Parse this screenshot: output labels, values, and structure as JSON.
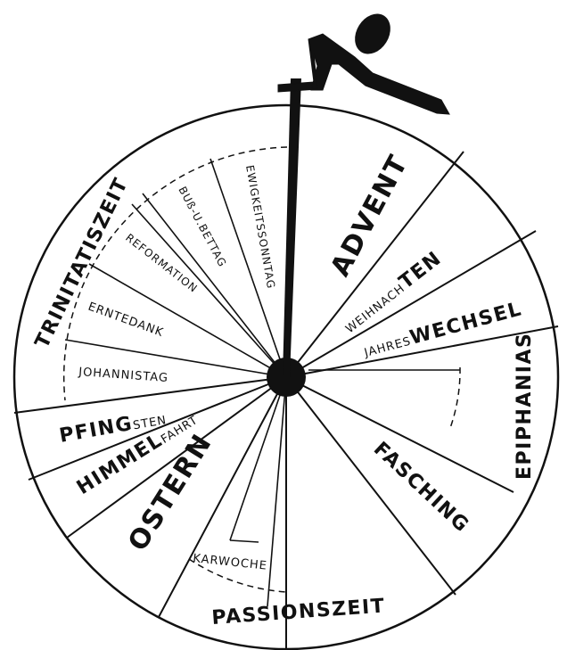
{
  "wheel": {
    "outer_segments": {
      "advent": "ADVENT",
      "weihnachten_small": "WEIHNACH",
      "weihnachten_big": "TEN",
      "jahres_small": "JAHRES",
      "jahres_big": "WECHSEL",
      "epiphanias": "EPIPHANIAS",
      "fasching": "FASCHING",
      "passionszeit": "PASSIONSZEIT",
      "ostern": "OSTERN",
      "himmel_big": "HIMMEL",
      "himmel_small": "FAHRT",
      "pfing_big": "PFING",
      "pfing_small": "STEN",
      "trinitatiszeit": "TRINITATISZEIT"
    },
    "inner_segments": {
      "johannistag": "JOHANNISTAG",
      "erntedank": "ERNTEDANK",
      "reformation": "REFORMATION",
      "buss_bettag": "BUß-U.BETTAG",
      "ewigkeitssonntag": "EWIGKEITSSONNTAG",
      "karwoche": "KARWOCHE"
    }
  },
  "colors": {
    "ink": "#111111",
    "paper": "#ffffff"
  }
}
